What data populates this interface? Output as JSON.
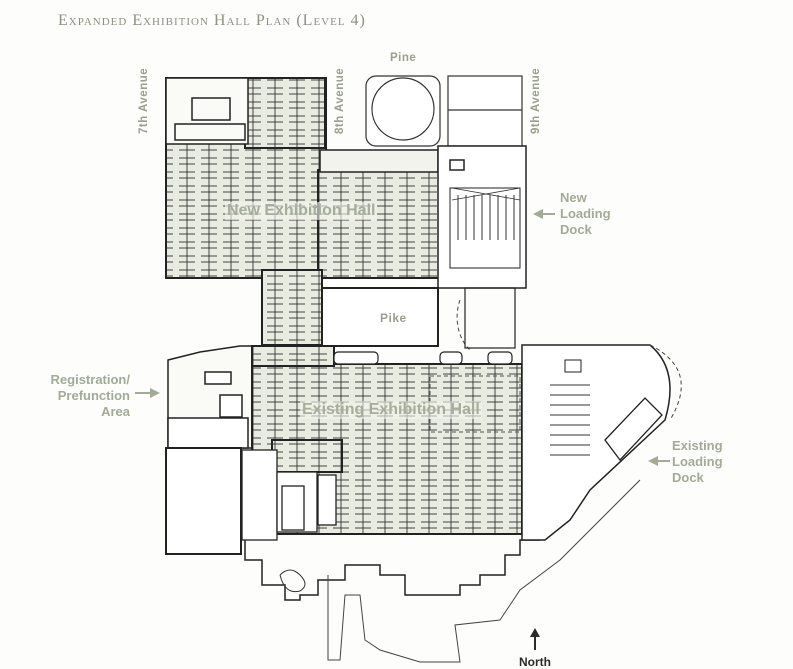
{
  "title": "Expanded Exhibition Hall Plan (Level 4)",
  "streets": {
    "seventh": "7th Avenue",
    "eighth": "8th Avenue",
    "ninth": "9th Avenue",
    "pine": "Pine",
    "pike": "Pike"
  },
  "halls": {
    "new": "New Exhibition Hall",
    "existing": "Existing Exhibition Hall"
  },
  "callouts": {
    "new_loading_dock": [
      "New",
      "Loading",
      "Dock"
    ],
    "registration": [
      "Registration/",
      "Prefunction",
      "Area"
    ],
    "existing_loading_dock": [
      "Existing",
      "Loading",
      "Dock"
    ]
  },
  "compass": {
    "label": "North",
    "icon": "north-arrow-icon"
  },
  "colors": {
    "hall_fill": "#e6e9dc",
    "label_green": "#a3ab96",
    "line": "#2a2a2a",
    "title_gray": "#8f8f84"
  }
}
